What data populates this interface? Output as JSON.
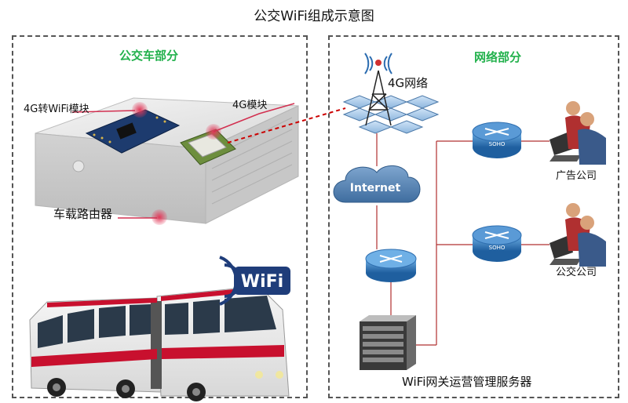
{
  "title": "公交WiFi组成示意图",
  "bus_panel": {
    "title": "公交车部分",
    "label_wifi_module": "4G转WiFi模块",
    "label_4g_module": "4G模块",
    "label_router": "车载路由器",
    "wifi_badge": "WiFi"
  },
  "network_panel": {
    "title": "网络部分",
    "label_4g_network": "4G网络",
    "label_internet": "Internet",
    "label_ad_company": "广告公司",
    "label_bus_company": "公交公司",
    "label_server": "WiFi网关运营管理服务器",
    "soho_label": "SOHO"
  },
  "colors": {
    "dashed_link": "#cc0000",
    "line": "#b03030",
    "panel_title": "#22b14c",
    "router_blue": "#2f6fb0",
    "bus_red": "#c8102e"
  }
}
